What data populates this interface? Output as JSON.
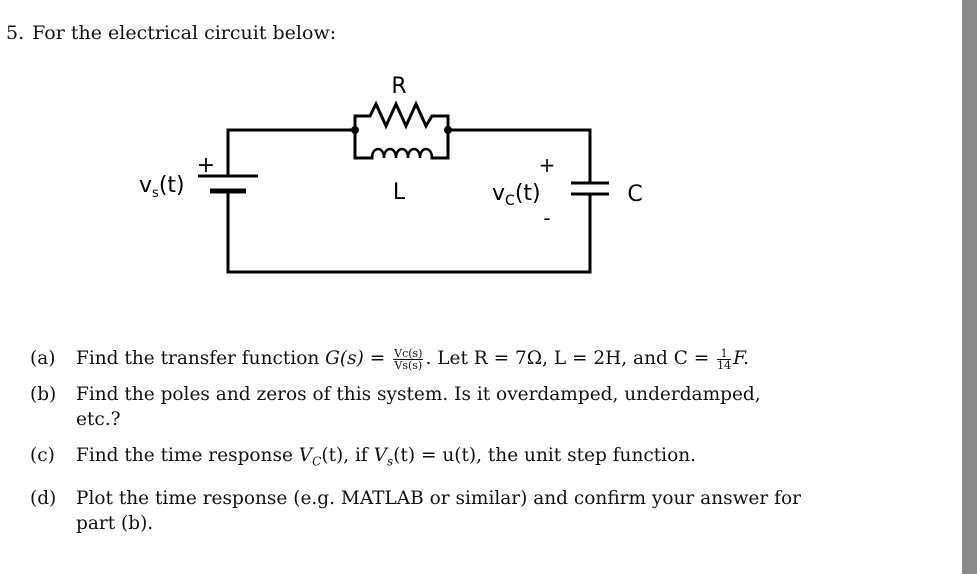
{
  "problem": {
    "number": "5.",
    "intro": "For the electrical circuit below:"
  },
  "circuit": {
    "resistor_label": "R",
    "inductor_label": "L",
    "capacitor_label": "C",
    "source_label_main": "v",
    "source_label_sub": "s",
    "source_label_arg": "(t)",
    "source_plus": "+",
    "cap_voltage_main": "v",
    "cap_voltage_sub": "C",
    "cap_voltage_arg": "(t)",
    "cap_plus": "+",
    "cap_minus": "-"
  },
  "parts": [
    {
      "label": "(a)",
      "text_before": "Find the transfer function ",
      "G_expr": "G(s) =",
      "frac_num": "Vc(s)",
      "frac_den": "Vs(s)",
      "text_mid": ". Let R = 7Ω, L = 2H, and C =",
      "c_num": "1",
      "c_den": "14",
      "c_unit": "F."
    },
    {
      "label": "(b)",
      "text": "Find the poles and zeros of this system. Is it overdamped, underdamped, etc.?"
    },
    {
      "label": "(c)",
      "text_before": "Find the time response ",
      "vc": "V",
      "vc_sub": "C",
      "vc_arg": "(t), if ",
      "vs": "V",
      "vs_sub": "s",
      "vs_arg": "(t) = u(t), the unit step function."
    },
    {
      "label": "(d)",
      "text": "Plot the time response (e.g. MATLAB or similar) and confirm your answer for part (b)."
    }
  ]
}
